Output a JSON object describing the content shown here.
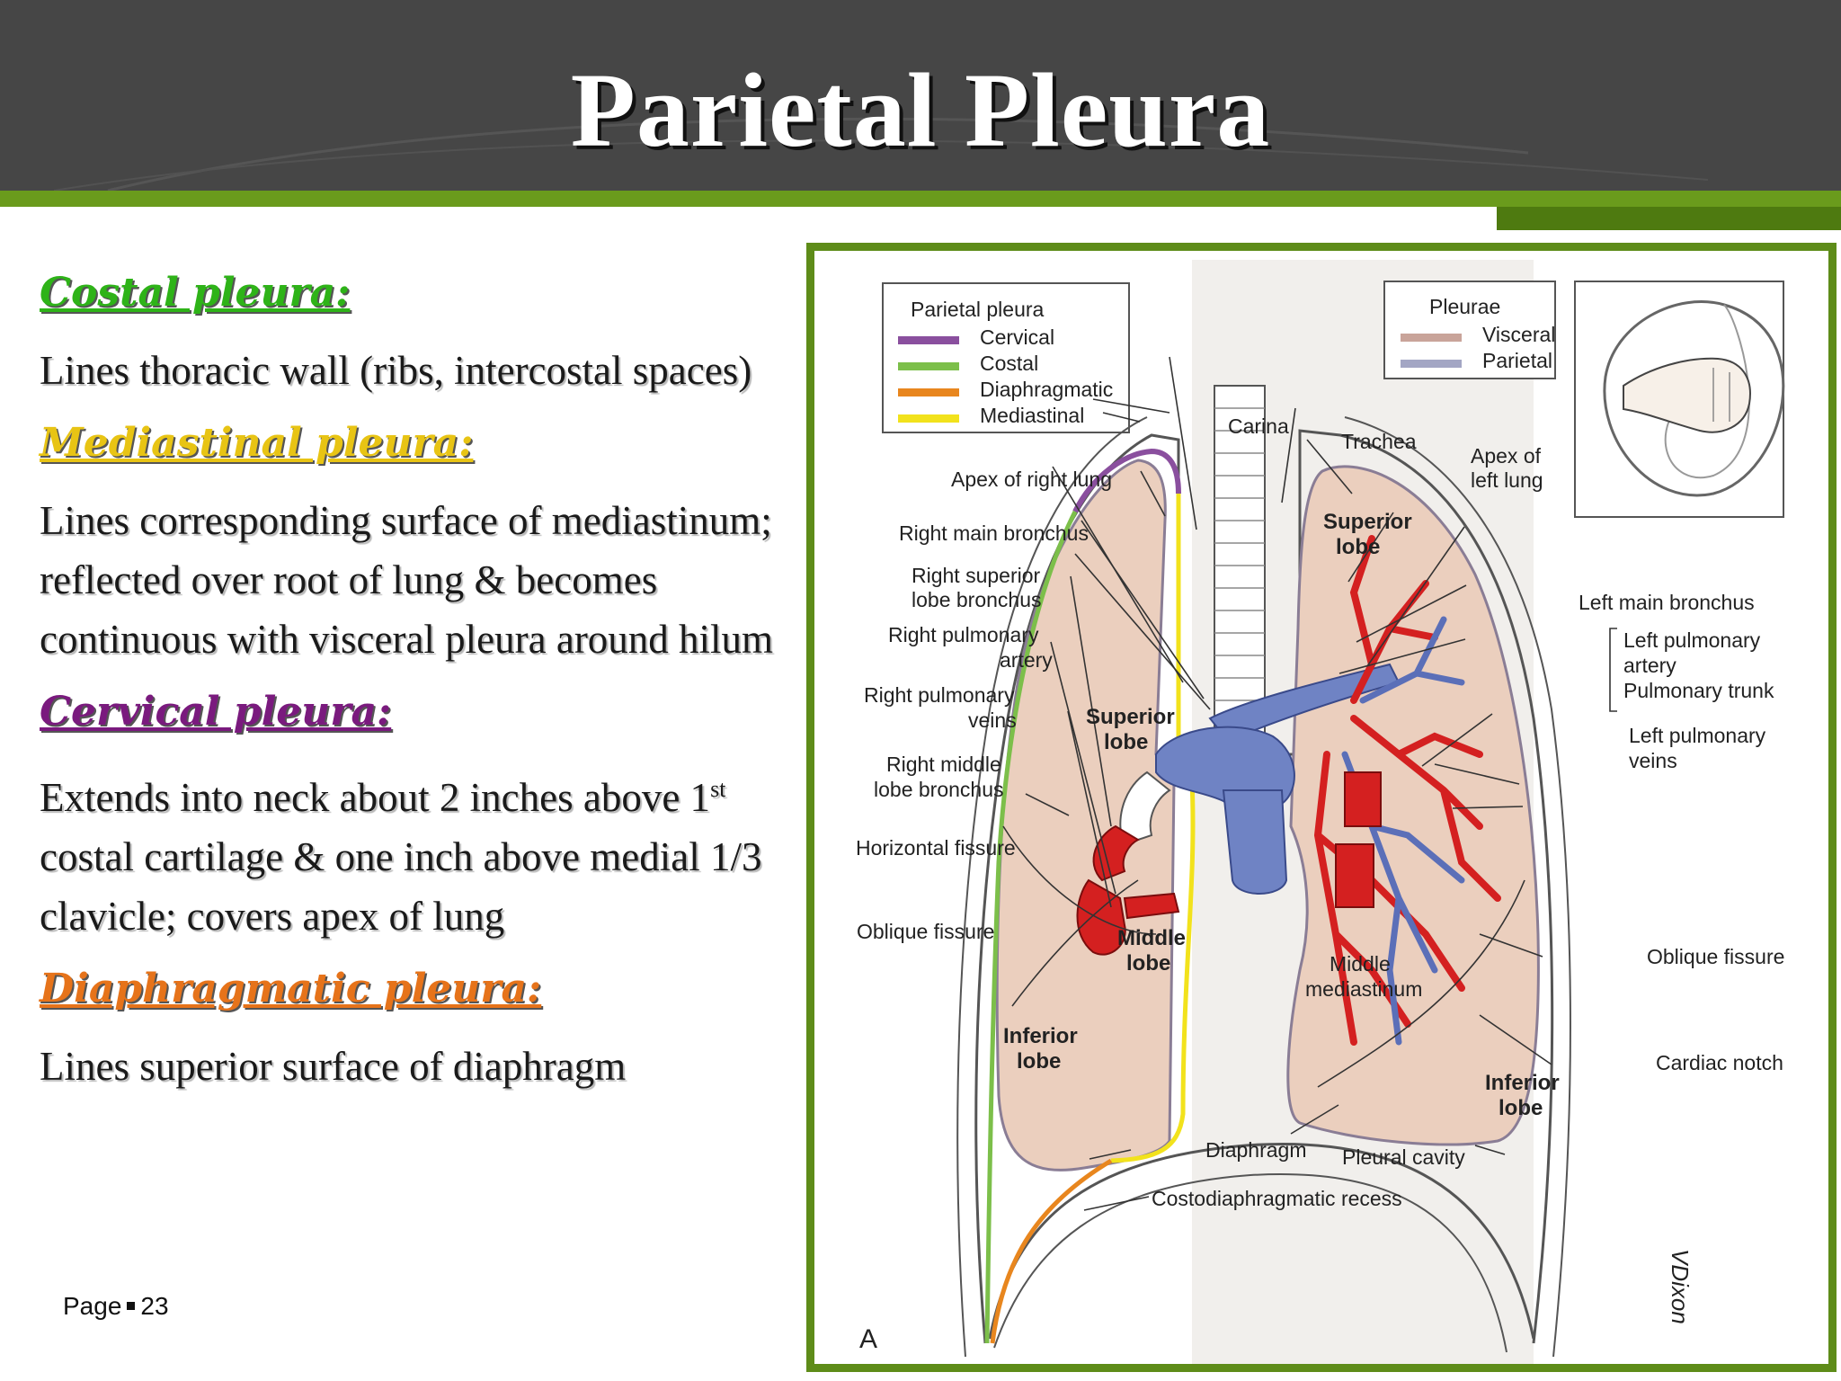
{
  "slide": {
    "title": "Parietal Pleura",
    "page_label": "Page",
    "page_number": "23"
  },
  "sections": [
    {
      "heading": "Costal pleura:",
      "color": "#2eb318",
      "text": "Lines thoracic wall (ribs, intercostal spaces)"
    },
    {
      "heading": "Mediastinal pleura:",
      "color": "#e8c414",
      "text": "Lines corresponding surface of mediastinum; reflected over root of lung & becomes continuous with visceral pleura around hilum"
    },
    {
      "heading": "Cervical pleura:",
      "color": "#7a1a7e",
      "text_before": "Extends into neck about 2 inches above 1",
      "superscript": "st",
      "text_after": " costal cartilage & one inch above medial 1/3 clavicle; covers apex of lung"
    },
    {
      "heading": "Diaphragmatic pleura:",
      "color": "#e6731a",
      "text": "Lines superior surface of diaphragm"
    }
  ],
  "diagram": {
    "legend_parietal": {
      "title": "Parietal pleura",
      "items": [
        {
          "label": "Cervical",
          "color": "#8a4f9e"
        },
        {
          "label": "Costal",
          "color": "#7cbf4a"
        },
        {
          "label": "Diaphragmatic",
          "color": "#e8861e"
        },
        {
          "label": "Mediastinal",
          "color": "#f2e21c"
        }
      ]
    },
    "legend_pleurae": {
      "title": "Pleurae",
      "items": [
        {
          "label": "Visceral",
          "color": "#c9a49a"
        },
        {
          "label": "Parietal",
          "color": "#a3a6c4"
        }
      ]
    },
    "labels": {
      "carina": "Carina",
      "trachea": "Trachea",
      "apex_left_1": "Apex of",
      "apex_left_2": "left lung",
      "apex_right": "Apex of right lung",
      "right_main_bronchus": "Right main bronchus",
      "right_sup_lobe_bronchus_1": "Right superior",
      "right_sup_lobe_bronchus_2": "lobe bronchus",
      "right_pulm_artery_1": "Right pulmonary",
      "right_pulm_artery_2": "artery",
      "right_pulm_veins_1": "Right pulmonary",
      "right_pulm_veins_2": "veins",
      "right_middle_lobe_bronchus_1": "Right middle",
      "right_middle_lobe_bronchus_2": "lobe bronchus",
      "horizontal_fissure": "Horizontal fissure",
      "oblique_fissure_right": "Oblique fissure",
      "left_main_bronchus": "Left main bronchus",
      "left_pulm_artery_1": "Left pulmonary",
      "left_pulm_artery_2": "artery",
      "pulmonary_trunk": "Pulmonary trunk",
      "left_pulm_veins_1": "Left pulmonary",
      "left_pulm_veins_2": "veins",
      "oblique_fissure_left": "Oblique fissure",
      "cardiac_notch": "Cardiac notch",
      "superior_lobe": "Superior",
      "middle_lobe": "Middle",
      "inferior_lobe": "Inferior",
      "lobe": "lobe",
      "middle_mediastinum_1": "Middle",
      "middle_mediastinum_2": "mediastinum",
      "diaphragm": "Diaphragm",
      "pleural_cavity": "Pleural cavity",
      "costodiaphragmatic_recess": "Costodiaphragmatic recess",
      "panel_letter": "A",
      "artist_signature": "VDixon"
    }
  }
}
